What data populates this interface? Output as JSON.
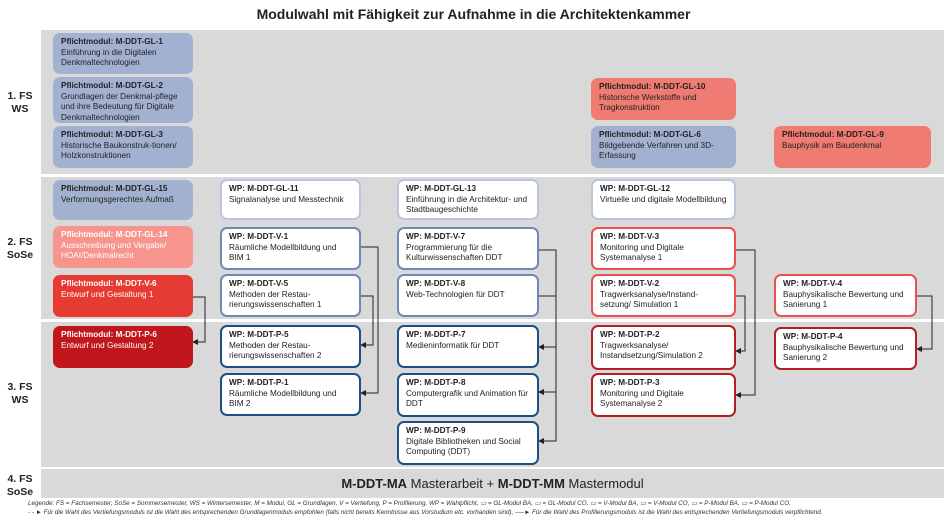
{
  "title": "Modulwahl mit Fähigkeit zur Aufnahme in die Architektenkammer",
  "semesters": {
    "fs1_a": "1. FS",
    "fs1_b": "WS",
    "fs2_a": "2. FS",
    "fs2_b": "SoSe",
    "fs3_a": "3. FS",
    "fs3_b": "WS",
    "fs4_a": "4. FS",
    "fs4_b": "SoSe"
  },
  "modules": {
    "gl1": {
      "title": "Pflichtmodul: M-DDT-GL-1",
      "text": "Einführung in die Digitalen Denkmaltechnologien"
    },
    "gl2": {
      "title": "Pflichtmodul: M-DDT-GL-2",
      "text": "Grundlagen der Denkmal-pflege und ihre Bedeutung für Digitale Denkmaltechnologien"
    },
    "gl3": {
      "title": "Pflichtmodul: M-DDT-GL-3",
      "text": "Historische Baukonstruk-tionen/ Holzkonstruktionen"
    },
    "gl10": {
      "title": "Pflichtmodul: M-DDT-GL-10",
      "text": "Historische Werkstoffe und Tragkonstruktion"
    },
    "gl6": {
      "title": "Pflichtmodul: M-DDT-GL-6",
      "text": "Bildgebende Verfahren und 3D-Erfassung"
    },
    "gl9": {
      "title": "Pflichtmodul: M-DDT-GL-9",
      "text": "Bauphysik am Baudenkmal"
    },
    "gl15": {
      "title": "Pflichtmodul: M-DDT-GL-15",
      "text": "Verformungsgerechtes Aufmaß"
    },
    "gl14": {
      "title": "Pflichtmodul: M-DDT-GL-14",
      "text": "Ausschreibung und Vergabe/ HOAI/Denkmalrecht"
    },
    "v6": {
      "title": "Pflichtmodul: M-DDT-V-6",
      "text": "Entwurf und Gestaltung 1"
    },
    "p6": {
      "title": "Pflichtmodul: M-DDT-P-6",
      "text": "Entwurf und Gestaltung 2"
    },
    "gl11": {
      "title": "WP: M-DDT-GL-11",
      "text": "Signalanalyse und Messtechnik"
    },
    "v1": {
      "title": "WP: M-DDT-V-1",
      "text": "Räumliche Modellbildung und BIM 1"
    },
    "v5": {
      "title": "WP: M-DDT-V-5",
      "text": "Methoden der Restau-rierungswissenschaften 1"
    },
    "p5": {
      "title": "WP: M-DDT-P-5",
      "text": "Methoden der Restau-rierungswissenschaften 2"
    },
    "p1": {
      "title": "WP: M-DDT-P-1",
      "text": "Räumliche Modellbildung und BIM 2"
    },
    "gl13": {
      "title": "WP: M-DDT-GL-13",
      "text": "Einführung in die Architektur- und Stadtbaugeschichte"
    },
    "v7": {
      "title": "WP: M-DDT-V-7",
      "text": "Programmierung für die Kulturwissenschaften DDT"
    },
    "v8": {
      "title": "WP: M-DDT-V-8",
      "text": "Web-Technologien für DDT"
    },
    "p7": {
      "title": "WP: M-DDT-P-7",
      "text": "Medieninformatik für DDT"
    },
    "p8": {
      "title": "WP: M-DDT-P-8",
      "text": "Computergrafik und Animation für DDT"
    },
    "p9": {
      "title": "WP: M-DDT-P-9",
      "text": "Digitale Bibliotheken und Social Computing (DDT)"
    },
    "gl12": {
      "title": "WP: M-DDT-GL-12",
      "text": "Virtuelle und digitale Modellbildung"
    },
    "v3": {
      "title": "WP: M-DDT-V-3",
      "text": "Monitoring und Digitale Systemanalyse 1"
    },
    "v2": {
      "title": "WP: M-DDT-V-2",
      "text": "Tragwerksanalyse/Instand-setzung/ Simulation 1"
    },
    "p2": {
      "title": "WP: M-DDT-P-2",
      "text": "Tragwerksanalyse/ Instandsetzung/Simulation 2"
    },
    "p3": {
      "title": "WP: M-DDT-P-3",
      "text": "Monitoring und Digitale Systemanalyse 2"
    },
    "v4": {
      "title": "WP: M-DDT-V-4",
      "text": "Bauphysikalische Bewertung und Sanierung 1"
    },
    "p4": {
      "title": "WP: M-DDT-P-4",
      "text": "Bauphysikalische Bewertung und Sanierung 2"
    }
  },
  "master": {
    "code1": "M-DDT-MA",
    "text1": " Masterarbeit + ",
    "code2": "M-DDT-MM",
    "text2": " Mastermodul"
  },
  "legend": {
    "line1": "Legende: FS = Fachsemester, SoSe = Sommersemester, WS = Wintersemester, M = Modul, GL = Grundlagen, V = Vertiefung, P = Profilierung, WP = Wahlpflicht, ▭ = GL-Modul BA, ▭ = GL-Modul CO, ▭ = V-Modul BA, ▭ = V-Modul CO, ▭ = P-Modul BA, ▭ = P-Modul CO,",
    "line2": "- - ► Für die Wahl des Vertiefungsmoduls ist die Wahl des entsprechenden Grundlagenmoduls empfohlen (falls nicht bereits Kenntnisse aus Vorstudium etc. vorhanden sind),  ──► Für die Wahl des Profilierungsmoduls ist die Wahl des entsprechenden Vertiefungsmoduls verpflichtend."
  },
  "colors": {
    "gl_ba": "#a3b1d1",
    "gl_co": "#ef7b72",
    "v_ba": "#6f89b6",
    "v_co": "#e8524a",
    "p_ba": "#1f4e85",
    "p_co": "#b21e22",
    "band": "#d9d9d9"
  }
}
